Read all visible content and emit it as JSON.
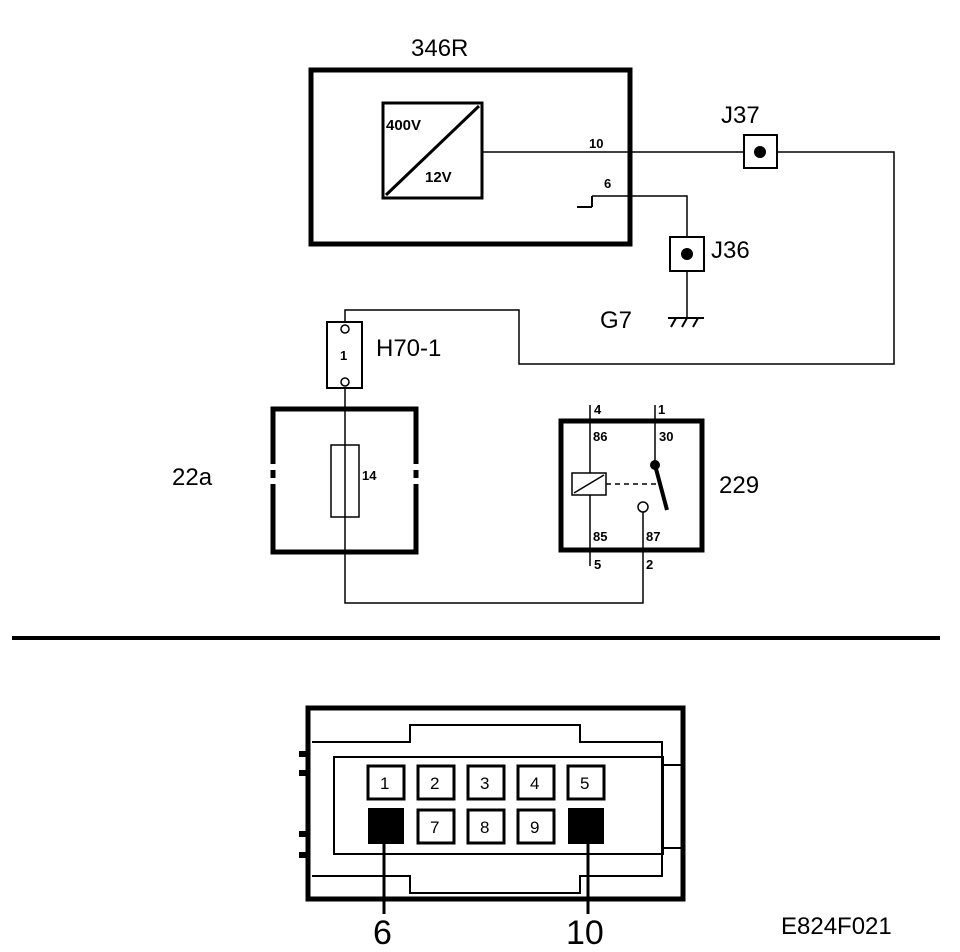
{
  "converter": {
    "label": "346R",
    "input_voltage": "400V",
    "output_voltage": "12V",
    "pin_out": "10",
    "pin_ground": "6"
  },
  "junctions": {
    "j37": "J37",
    "j36": "J36"
  },
  "ground": {
    "label": "G7"
  },
  "connector_h70": {
    "label": "H70-1",
    "pin": "1"
  },
  "fuse_box": {
    "label": "22a",
    "fuse": "14"
  },
  "relay": {
    "label": "229",
    "pin_4": "4",
    "pin_1": "1",
    "pin_5": "5",
    "pin_2": "2",
    "term_86": "86",
    "term_30": "30",
    "term_85": "85",
    "term_87": "87"
  },
  "connector_view": {
    "top_pins": [
      "1",
      "2",
      "3",
      "4",
      "5"
    ],
    "bottom_pins": [
      "7",
      "8",
      "9"
    ],
    "callout_left": "6",
    "callout_right": "10"
  },
  "figure_id": "E824F021"
}
